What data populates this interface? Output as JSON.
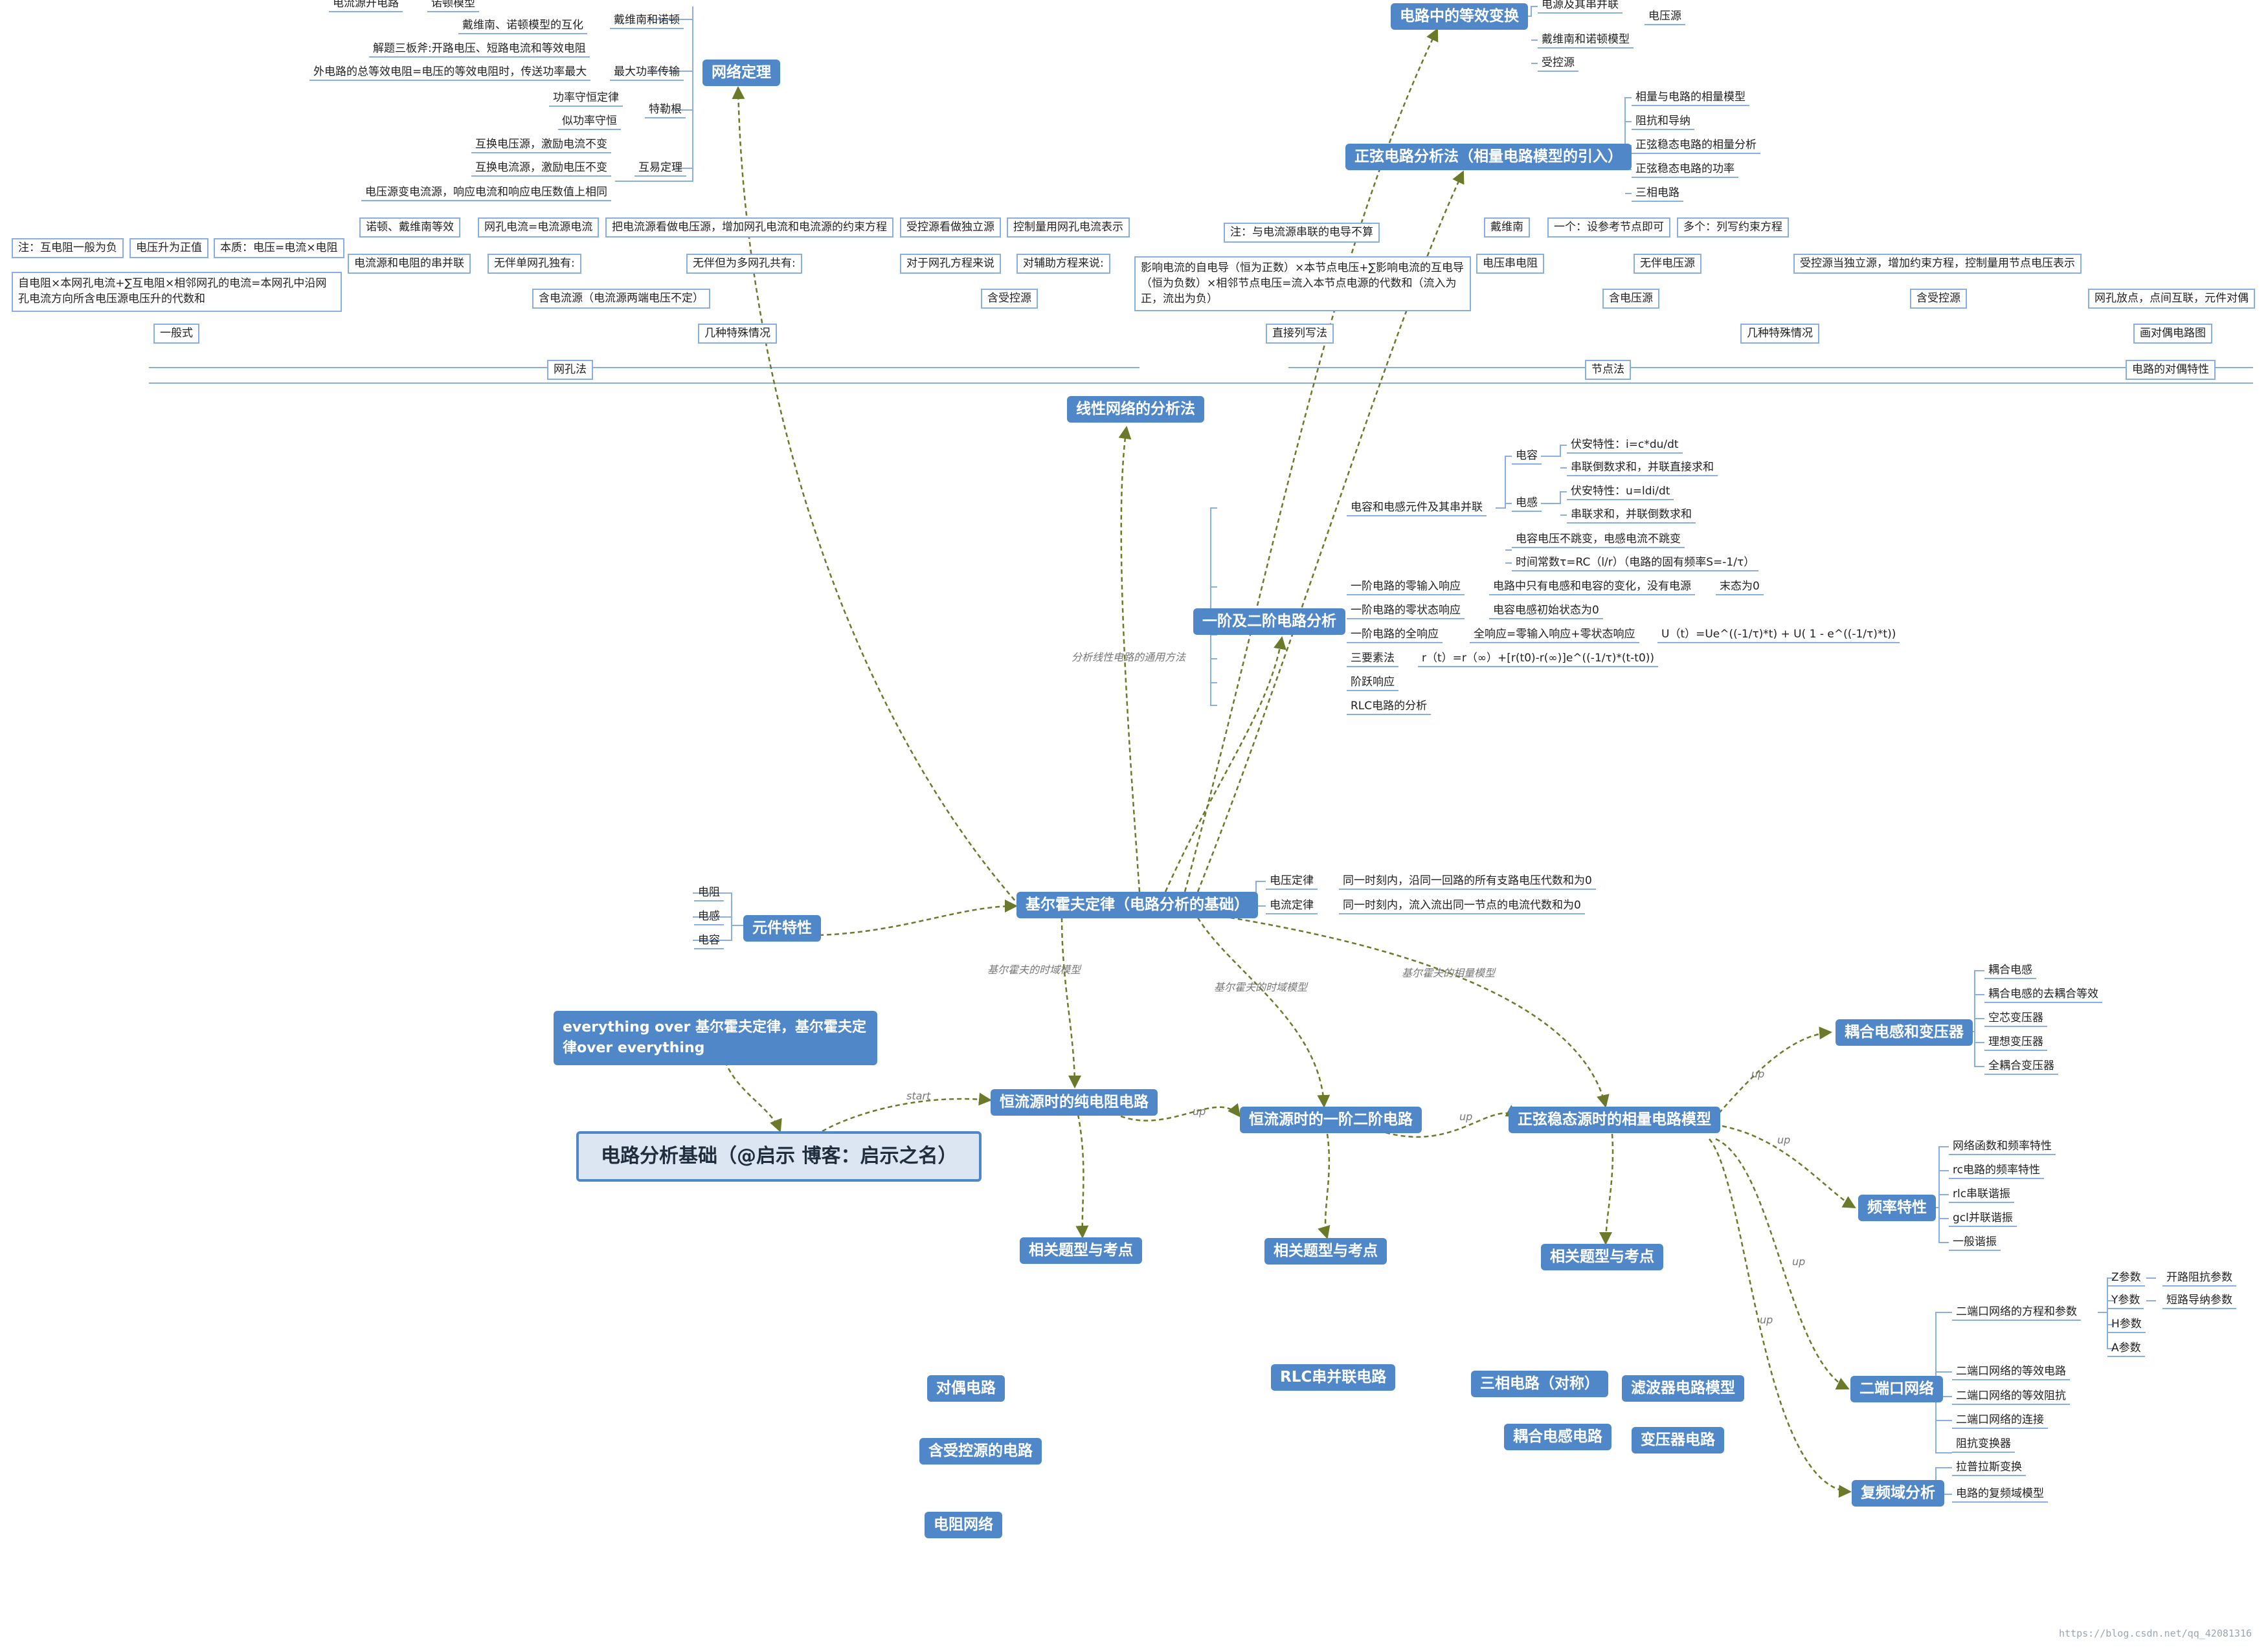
{
  "colors": {
    "accent": "#4f87c8",
    "root_bg": "#dce6f2",
    "arrow": "#6b7a2a",
    "line": "#8aaee0"
  },
  "root": "电路分析基础（@启示    博客：启示之名）",
  "note": "everything over 基尔霍夫定律，基尔霍夫定律over everything",
  "main": {
    "kirchhoff": "基尔霍夫定律（电路分析的基础）",
    "component": "元件特性",
    "resistive": "恒流源时的纯电阻电路",
    "first_second": "恒流源时的一阶二阶电路",
    "phasor": "正弦稳态源时的相量电路模型",
    "related1": "相关题型与考点",
    "related2": "相关题型与考点",
    "related3": "相关题型与考点",
    "coupled": "耦合电感和变压器",
    "freq": "频率特性",
    "twoport": "二端口网络",
    "complex": "复频域分析",
    "network_theorem": "网络定理",
    "equiv": "电路中的等效变换",
    "sine_method": "正弦电路分析法（相量电路模型的引入）",
    "linear": "线性网络的分析法",
    "first_order": "一阶及二阶电路分析",
    "dual": "对偶电路",
    "controlled": "含受控源的电路",
    "resnet": "电阻网络",
    "rlc": "RLC串并联电路",
    "threephase": "三相电路（对称）",
    "filter": "滤波器电路模型",
    "coupled_circ": "耦合电感电路",
    "transformer": "变压器电路"
  },
  "edge_labels": {
    "start": "start",
    "up1": "up",
    "up2": "up",
    "up3": "up",
    "up4": "up",
    "up5": "up",
    "up6": "up",
    "kh_time1": "基尔霍夫的时域模型",
    "kh_time2": "基尔霍夫的时域模型",
    "kh_phasor": "基尔霍夫的相量模型",
    "general": "分析线性电路的通用方法"
  },
  "kirchhoff_items": {
    "kvl": "电压定律",
    "kvl_desc": "同一时刻内，沿同一回路的所有支路电压代数和为0",
    "kcl": "电流定律",
    "kcl_desc": "同一时刻内，流入流出同一节点的电流代数和为0"
  },
  "component_items": [
    "电阻",
    "电感",
    "电容"
  ],
  "coupled_items": [
    "耦合电感",
    "耦合电感的去耦合等效",
    "空芯变压器",
    "理想变压器",
    "全耦合变压器"
  ],
  "freq_items": [
    "网络函数和频率特性",
    "rc电路的频率特性",
    "rlc串联谐振",
    "gcl并联谐振",
    "一般谐振"
  ],
  "twoport_items": {
    "eq": "二端口网络的方程和参数",
    "z": "Z参数",
    "z_note": "开路阻抗参数",
    "y": "Y参数",
    "y_note": "短路导纳参数",
    "h": "H参数",
    "a": "A参数",
    "equiv": "二端口网络的等效电路",
    "imp": "二端口网络的等效阻抗",
    "conn": "二端口网络的连接",
    "trans": "阻抗变换器"
  },
  "complex_items": [
    "拉普拉斯变换",
    "电路的复频域模型"
  ],
  "first_order_items": {
    "lc": "电容和电感元件及其串并联",
    "cap": "电容",
    "cap_a": "伏安特性：i=c*du/dt",
    "cap_b": "串联倒数求和，并联直接求和",
    "ind": "电感",
    "ind_a": "伏安特性：u=ldi/dt",
    "ind_b": "串联求和，并联倒数求和",
    "cont": "电容电压不跳变，电感电流不跳变",
    "tau": "时间常数τ=RC（l/r）（电路的固有频率S=-1/τ）",
    "zi": "一阶电路的零输入响应",
    "zi_a": "电路中只有电感和电容的变化，没有电源",
    "zi_b": "末态为0",
    "zs": "一阶电路的零状态响应",
    "zs_a": "电容电感初始状态为0",
    "full": "一阶电路的全响应",
    "full_a": "全响应=零输入响应+零状态响应",
    "full_b": "U（t）=Ue^((-1/τ)*t) + U( 1 - e^((-1/τ)*t))",
    "three": "三要素法",
    "three_a": "r（t）=r（∞）+[r(t0)-r(∞)]e^((-1/τ)*(t-t0))",
    "step": "阶跃响应",
    "rlc": "RLC电路的分析"
  },
  "network_theorem_items": {
    "source_ckt": "电流源开电路",
    "norton_model": "诺顿模型",
    "dn_mutual": "戴维南、诺顿模型的互化",
    "three_plate": "解题三板斧:开路电压、短路电流和等效电阻",
    "dn": "戴维南和诺顿",
    "max_power_desc": "外电路的总等效电阻=电压的等效电阻时，传送功率最大",
    "max_power": "最大功率传输",
    "power_cons": "功率守恒定律",
    "virtual_power": "似功率守恒",
    "tellegen": "特勒根",
    "rec1": "互换电压源，激励电流不变",
    "rec2": "互换电流源，激励电压不变",
    "rec3": "电压源变电流源，响应电流和响应电压数值上相同",
    "reciprocity": "互易定理"
  },
  "equiv_items": {
    "a": "电源及其串并联",
    "b": "戴维南和诺顿模型",
    "c": "受控源",
    "d": "电压源"
  },
  "sine_items": [
    "相量与电路的相量模型",
    "阻抗和导纳",
    "正弦稳态电路的相量分析",
    "正弦稳态电路的功率",
    "三相电路"
  ],
  "mesh": {
    "mesh": "网孔法",
    "general": "一般式",
    "special": "几种特殊情况",
    "note1": "注：互电阻一般为负",
    "note2": "电压升为正值",
    "note3": "本质：电压=电流×电阻",
    "formula": "自电阻×本网孔电流+∑互电阻×相邻网孔的电流=本网孔中沿网孔电流方向所含电压源电压升的代数和",
    "s1": "电流源和电阻的串并联",
    "s1_top": "诺顿、戴维南等效",
    "s2": "无伴单网孔独有:",
    "s2_top": "网孔电流=电流源电流",
    "s3": "无伴但为多网孔共有:",
    "s3_top": "把电流源看做电压源，增加网孔电流和电流源的约束方程",
    "s_cur": "含电流源（电流源两端电压不定）",
    "s4": "对于网孔方程来说",
    "s4_top": "受控源看做独立源",
    "s5": "对辅助方程来说:",
    "s5_top": "控制量用网孔电流表示",
    "s_ctrl": "含受控源"
  },
  "node": {
    "node": "节点法",
    "direct": "直接列写法",
    "desc": "影响电流的自电导（恒为正数）×本节点电压+∑影响电流的互电导（恒为负数）×相邻节点电压=流入本节点电源的代数和（流入为正，流出为负）",
    "note": "注：与电流源串联的电导不算",
    "special": "几种特殊情况",
    "dn": "戴维南",
    "v_r": "电压串电阻",
    "one": "一个：设参考节点即可",
    "many": "多个：列写约束方程",
    "unaccomp": "无伴电压源",
    "has_v": "含电压源",
    "ctrl_desc": "受控源当独立源，增加约束方程，控制量用节点电压表示",
    "ctrl": "含受控源",
    "dual_desc": "网孔放点，点间互联，元件对偶",
    "dual_draw": "画对偶电路图",
    "dual": "电路的对偶特性"
  },
  "footer": "https://blog.csdn.net/qq_42081316"
}
